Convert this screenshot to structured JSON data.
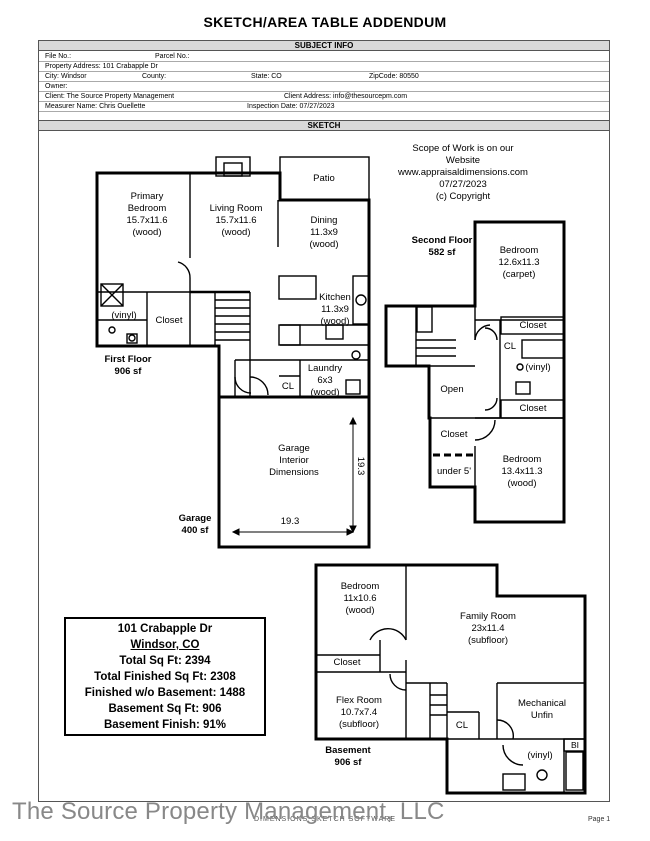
{
  "header": {
    "title": "SKETCH/AREA TABLE ADDENDUM"
  },
  "subject_info": {
    "section_title": "SUBJECT INFO",
    "file_no_label": "File No.:",
    "parcel_no_label": "Parcel No.:",
    "property_address": "Property Address: 101 Crabapple Dr",
    "city": "City: Windsor",
    "county": "County:",
    "state": "State: CO",
    "zipcode": "ZipCode: 80550",
    "owner": "Owner:",
    "client": "Client: The Source Property Management",
    "client_address": "Client Address: info@thesourcepm.com",
    "measurer": "Measurer Name: Chris Ouellette",
    "inspection_date": "Inspection Date: 07/27/2023"
  },
  "sketch": {
    "section_title": "SKETCH",
    "scope_lines": [
      "Scope of Work is on our Website",
      "www.appraisaldimensions.com",
      "07/27/2023",
      "(c) Copyright"
    ],
    "first_floor": {
      "label": "First Floor",
      "area": "906 sf",
      "primary_bedroom": [
        "Primary",
        "Bedroom",
        "15.7x11.6",
        "(wood)"
      ],
      "living_room": [
        "Living Room",
        "15.7x11.6",
        "(wood)"
      ],
      "patio": "Patio",
      "dining": [
        "Dining",
        "11.3x9",
        "(wood)"
      ],
      "kitchen": [
        "Kitchen",
        "11.3x9",
        "(wood)"
      ],
      "laundry": [
        "Laundry",
        "6x3",
        "(wood)"
      ],
      "vinyl": "(vinyl)",
      "closet": "Closet",
      "cl": "CL"
    },
    "garage": {
      "label": "Garage",
      "area": "400 sf",
      "interior": [
        "Garage",
        "Interior",
        "Dimensions"
      ],
      "width": "19.3",
      "depth": "19.3"
    },
    "second_floor": {
      "label": "Second Floor",
      "area": "582 sf",
      "bedroom1": [
        "Bedroom",
        "12.6x11.3",
        "(carpet)"
      ],
      "closet1": "Closet",
      "cl": "CL",
      "vinyl": "(vinyl)",
      "closet2": "Closet",
      "open": "Open",
      "closet3": "Closet",
      "under5": "under 5'",
      "bedroom2": [
        "Bedroom",
        "13.4x11.3",
        "(wood)"
      ]
    },
    "basement": {
      "label": "Basement",
      "area": "906 sf",
      "bedroom": [
        "Bedroom",
        "11x10.6",
        "(wood)"
      ],
      "family_room": [
        "Family Room",
        "23x11.4",
        "(subfloor)"
      ],
      "closet": "Closet",
      "flex_room": [
        "Flex Room",
        "10.7x7.4",
        "(subfloor)"
      ],
      "cl": "CL",
      "mechanical": [
        "Mechanical",
        "Unfin"
      ],
      "vinyl": "(vinyl)",
      "bi": "BI"
    }
  },
  "summary": {
    "address": "101 Crabapple Dr",
    "city": "Windsor, CO",
    "total_sqft": "Total Sq Ft: 2394",
    "total_finished": "Total Finished Sq Ft: 2308",
    "finished_wo_basement": "Finished w/o Basement: 1488",
    "basement_sqft": "Basement Sq Ft: 906",
    "basement_finish": "Basement Finish: 91%"
  },
  "footer": {
    "watermark": "The Source Property Management, LLC",
    "center": "DIMENSIONS SKETCH SOFTWARE",
    "page": "Page 1"
  }
}
